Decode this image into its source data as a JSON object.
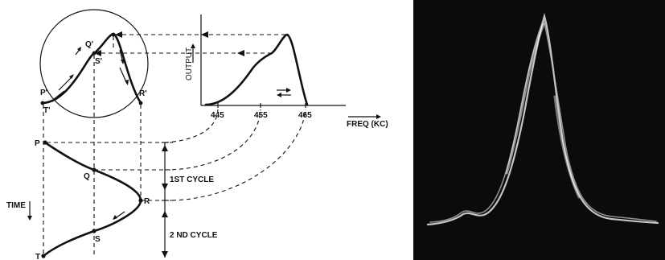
{
  "diagram": {
    "points": {
      "p_prime": "P'",
      "q_prime": "Q'",
      "s_prime": "S'",
      "r_prime": "R'",
      "t_prime": "T'",
      "p": "P",
      "q": "Q",
      "r": "R",
      "s": "S",
      "t": "T"
    },
    "output_axis_label": "OUTPUT",
    "freq_axis_label": "FREQ (KC)",
    "freq_ticks": [
      "445",
      "455",
      "465"
    ],
    "time_label": "TIME",
    "cycle_labels": [
      "1ST CYCLE",
      "2 ND CYCLE"
    ]
  },
  "colors": {
    "ink": "#111111",
    "oscilloscope_bg": "#0b0b0b",
    "trace": "#d9d9d9"
  }
}
